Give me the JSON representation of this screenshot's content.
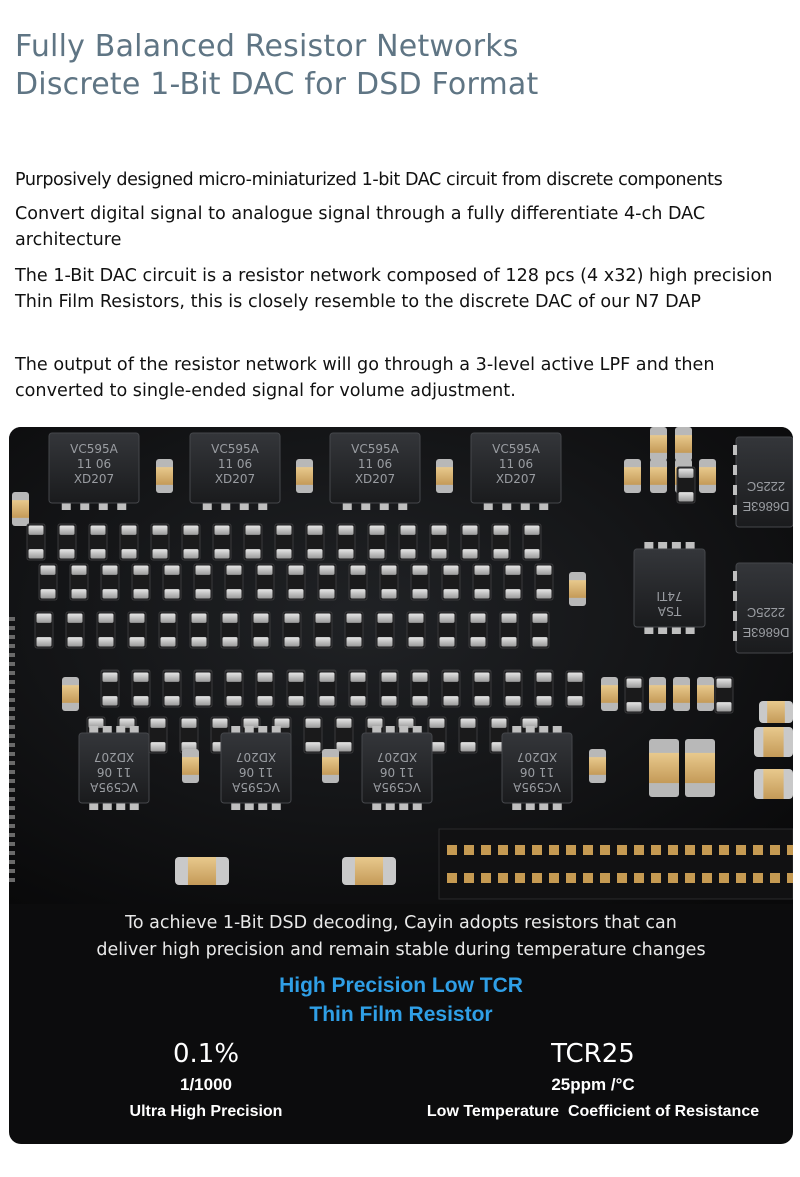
{
  "header": {
    "line1": "Fully Balanced Resistor Networks",
    "line2": "Discrete 1-Bit DAC for DSD Format"
  },
  "paragraphs": {
    "p1": "Purposively designed micro-miniaturized 1-bit DAC circuit from discrete components",
    "p2": "Convert digital signal to analogue signal through a fully differentiate 4-ch DAC architecture",
    "p3": "The 1-Bit DAC circuit is a resistor network composed of 128 pcs (4 x32) high precision Thin Film Resistors, this is closely resemble to the discrete DAC of our N7 DAP",
    "p4": "The output of the resistor network will go through a 3-level active LPF and then converted to single-ended signal for volume adjustment."
  },
  "chip_labels": {
    "top_line1": "VC595A",
    "top_line2": "11   06",
    "top_line3": "XD207",
    "right_line1": "2225C",
    "right_line2": "D6863E",
    "small_line1": "74TI",
    "small_line2": "TSA"
  },
  "caption": {
    "line1": "To achieve 1-Bit DSD decoding, Cayin adopts resistors that can",
    "line2": "deliver high precision and remain stable during temperature changes"
  },
  "headline": {
    "line1": "High Precision Low TCR",
    "line2": "Thin Film Resistor"
  },
  "stats": {
    "left": {
      "value": "0.1%",
      "sub": "1/1000",
      "label": "Ultra High Precision"
    },
    "right": {
      "value": "TCR25",
      "sub": "25ppm /°C",
      "label": "Low Temperature  Coefficient of Resistance"
    }
  },
  "colors": {
    "title": "#5f7584",
    "accent_blue": "#2f9fe6",
    "panel_bg": "#0c0c0d",
    "resistor_body": "#d9b67a"
  }
}
